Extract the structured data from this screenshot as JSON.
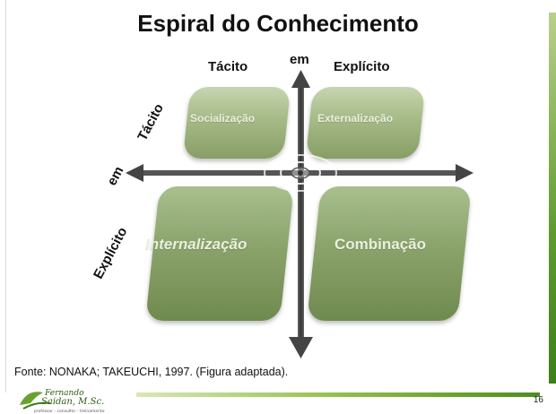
{
  "title": "Espiral do Conhecimento",
  "top_axis": {
    "left": "Tácito",
    "center": "em",
    "right": "Explícito"
  },
  "left_axis": {
    "top": "Tácito",
    "center": "em",
    "bottom": "Explícito"
  },
  "quadrants": {
    "top_left": "Socialização",
    "top_right": "Externalização",
    "bottom_left": "Internalização",
    "bottom_right": "Combinação"
  },
  "source": "Fonte: NONAKA; TAKEUCHI, 1997. (Figura adaptada).",
  "page_number": "16",
  "logo_text": {
    "line1": "Fernando",
    "line2": "Saidan, M.Sc.",
    "line3": "professor - consultor - treinamento"
  },
  "colors": {
    "quad_light": "#a8bd8a",
    "quad_dark": "#8aa36b",
    "arrow": "#4a4a4a",
    "accent_green": "#5f9a2e"
  }
}
